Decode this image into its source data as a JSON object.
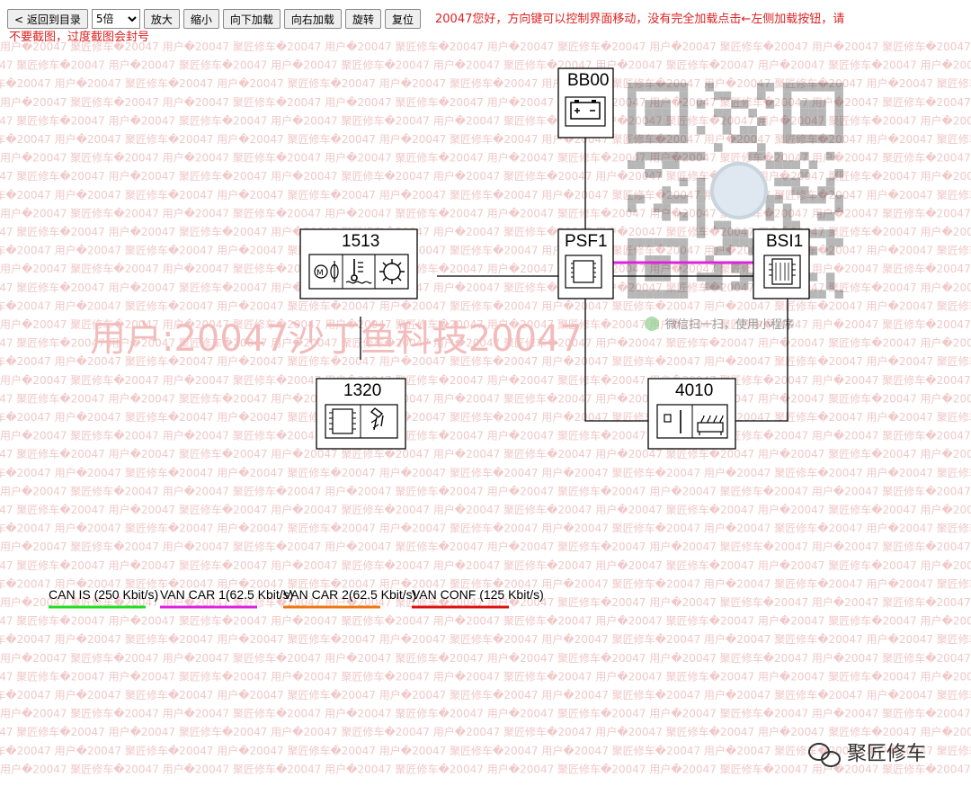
{
  "toolbar": {
    "back_label": "< 返回到目录",
    "zoom_selected": "5倍",
    "zoom_in_label": "放大",
    "zoom_out_label": "缩小",
    "load_down_label": "向下加载",
    "load_right_label": "向右加载",
    "rotate_label": "旋转",
    "reset_label": "复位"
  },
  "notice": {
    "line1": "20047您好，方向键可以控制界面移动，没有完全加载点击←左侧加载按钮，请",
    "line2": "不要截图，过度截图会封号"
  },
  "nodes": {
    "bb00": "BB00",
    "psf1": "PSF1",
    "bsi1": "BSI1",
    "n1513": "1513",
    "n1320": "1320",
    "n4010": "4010"
  },
  "legend": [
    {
      "label": "CAN IS (250 Kbit/s)",
      "color": "#22dd22"
    },
    {
      "label": "VAN CAR 1(62.5 Kbit/s)",
      "color": "#dd22dd"
    },
    {
      "label": "VAN CAR 2(62.5 Kbit/s)",
      "color": "#ee7711"
    },
    {
      "label": "VAN CONF (125 Kbit/s)",
      "color": "#dd1111"
    }
  ],
  "watermark": {
    "big": "用户:20047沙丁鱼科技20047",
    "small": "用户�20047 聚匠修车�20047 ",
    "qr_caption": "微信扫一扫，使用小程序"
  },
  "brand": {
    "name": "聚匠修车"
  }
}
